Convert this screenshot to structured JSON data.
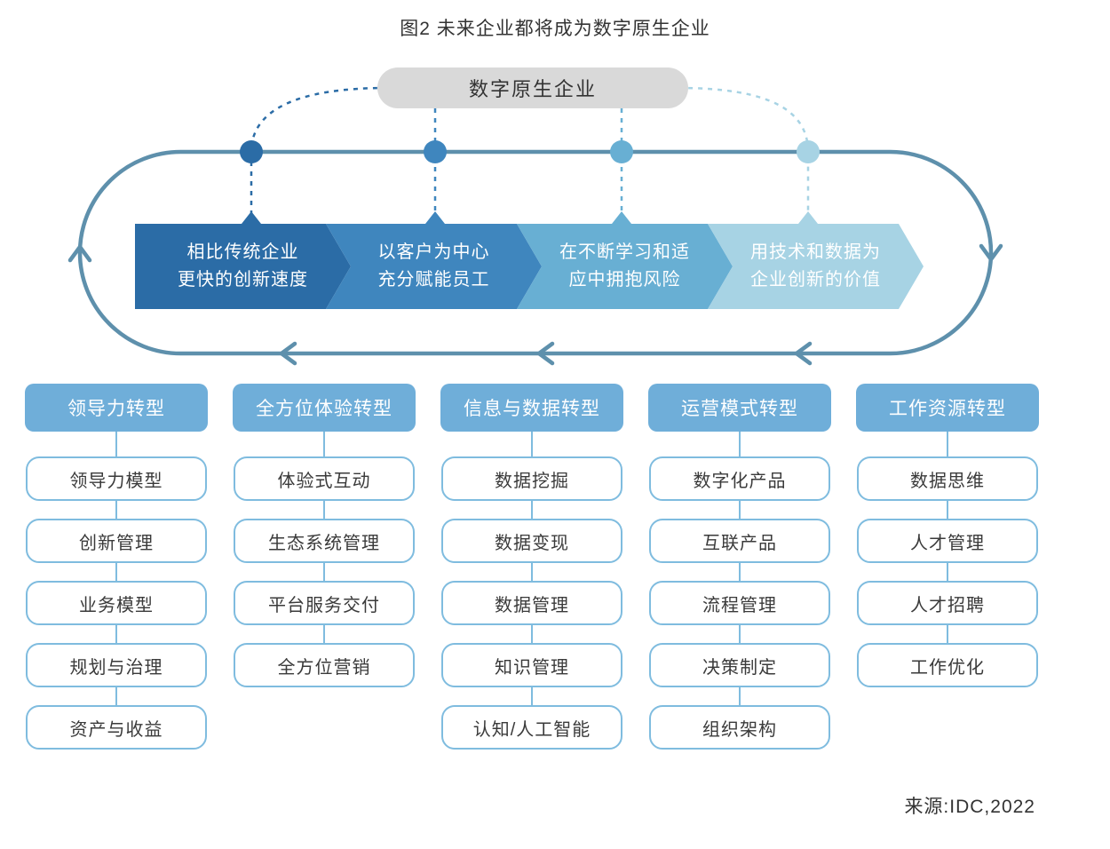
{
  "title": "图2 未来企业都将成为数字原生企业",
  "hub": {
    "label": "数字原生企业"
  },
  "stages": [
    {
      "line1": "相比传统企业",
      "line2": "更快的创新速度",
      "color": "#2B6CA6"
    },
    {
      "line1": "以客户为中心",
      "line2": "充分赋能员工",
      "color": "#3F86BE"
    },
    {
      "line1": "在不断学习和适",
      "line2": "应中拥抱风险",
      "color": "#68AFD3"
    },
    {
      "line1": "用技术和数据为",
      "line2": "企业创新的价值",
      "color": "#A7D3E4"
    }
  ],
  "columns": [
    {
      "header": "领导力转型",
      "items": [
        "领导力模型",
        "创新管理",
        "业务模型",
        "规划与治理",
        "资产与收益"
      ]
    },
    {
      "header": "全方位体验转型",
      "items": [
        "体验式互动",
        "生态系统管理",
        "平台服务交付",
        "全方位营销"
      ]
    },
    {
      "header": "信息与数据转型",
      "items": [
        "数据挖掘",
        "数据变现",
        "数据管理",
        "知识管理",
        "认知/人工智能"
      ]
    },
    {
      "header": "运营模式转型",
      "items": [
        "数字化产品",
        "互联产品",
        "流程管理",
        "决策制定",
        "组织架构"
      ]
    },
    {
      "header": "工作资源转型",
      "items": [
        "数据思维",
        "人才管理",
        "人才招聘",
        "工作优化"
      ]
    }
  ],
  "source": "来源:IDC,2022",
  "colors": {
    "loop": "#5E90AC",
    "hub_bg": "#D9D9D9",
    "header_bg": "#6FAED9",
    "item_border": "#7FBCDF",
    "item_text": "#3A3A3A"
  }
}
